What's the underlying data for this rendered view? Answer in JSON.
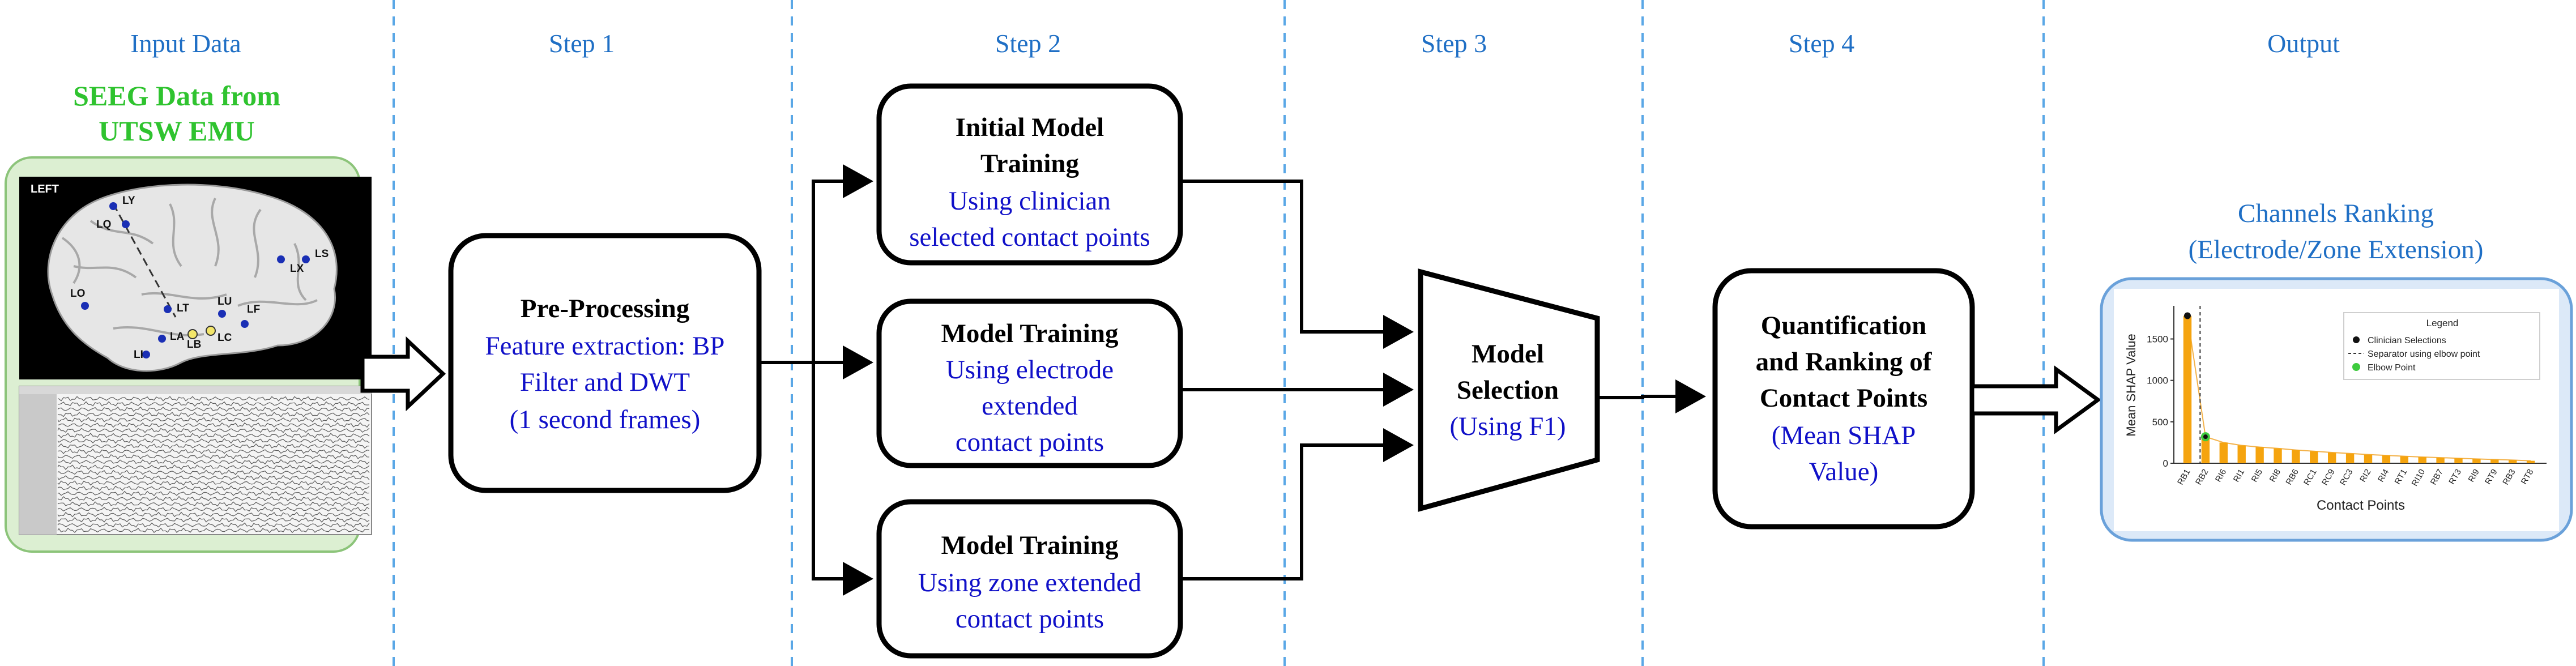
{
  "columns": [
    {
      "id": "input",
      "title": "Input Data"
    },
    {
      "id": "step1",
      "title": "Step 1"
    },
    {
      "id": "step2",
      "title": "Step 2"
    },
    {
      "id": "step3",
      "title": "Step 3"
    },
    {
      "id": "step4",
      "title": "Step 4"
    },
    {
      "id": "output",
      "title": "Output"
    }
  ],
  "input": {
    "title_line1": "SEEG Data from",
    "title_line2": "UTSW EMU",
    "brain_caption": "LEFT",
    "electrode_labels": [
      "LY",
      "LQ",
      "LS",
      "LX",
      "LO",
      "LU",
      "LF",
      "LT",
      "LA",
      "LB",
      "LC",
      "LI"
    ]
  },
  "preprocessing": {
    "title": "Pre-Processing",
    "line1": "Feature extraction: BP",
    "line2": "Filter and DWT",
    "line3": "(1 second frames)"
  },
  "training": [
    {
      "title1": "Initial Model",
      "title2": "Training",
      "line1": "Using clinician",
      "line2": "selected contact points"
    },
    {
      "title1": "Model Training",
      "line1": "Using electrode",
      "line2": "extended",
      "line3": "contact points"
    },
    {
      "title1": "Model Training",
      "line1": "Using zone extended",
      "line2": "contact points"
    }
  ],
  "selection": {
    "title1": "Model",
    "title2": "Selection",
    "subtitle": "(Using F1)"
  },
  "quantification": {
    "title1": "Quantification",
    "title2": "and Ranking of",
    "title3": "Contact Points",
    "sub1": "(Mean SHAP",
    "sub2": "Value)"
  },
  "output": {
    "title1": "Channels Ranking",
    "title2": "(Electrode/Zone Extension)"
  },
  "colors": {
    "column_title": "#1f6fc5",
    "body_blue": "#1010c8",
    "input_green": "#2fc32f",
    "input_panel_fill": "#dcefd2",
    "output_panel_fill": "#dce9f8",
    "bar_color": "#f5a40f"
  },
  "chart_data": {
    "type": "bar",
    "title": "",
    "xlabel": "Contact Points",
    "ylabel": "Mean SHAP Value",
    "ylim": [
      0,
      1900
    ],
    "yticks": [
      0,
      500,
      1000,
      1500
    ],
    "categories": [
      "RB1",
      "RB2",
      "RI6",
      "RI1",
      "RI5",
      "RI8",
      "RB6",
      "RC1",
      "RC9",
      "RC3",
      "RI2",
      "RI4",
      "RT1",
      "RI10",
      "RB7",
      "RT3",
      "RI9",
      "RT9",
      "RB3",
      "RT8"
    ],
    "values": [
      1780,
      320,
      250,
      215,
      195,
      180,
      160,
      145,
      130,
      118,
      105,
      95,
      85,
      75,
      68,
      60,
      52,
      45,
      38,
      30
    ],
    "legend": {
      "title": "Legend",
      "placement": "top-right",
      "entries": [
        "Clinician Selections",
        "Separator using elbow point",
        "Elbow Point"
      ]
    },
    "clinician_selection_index": 0,
    "elbow_point_index": 1
  }
}
